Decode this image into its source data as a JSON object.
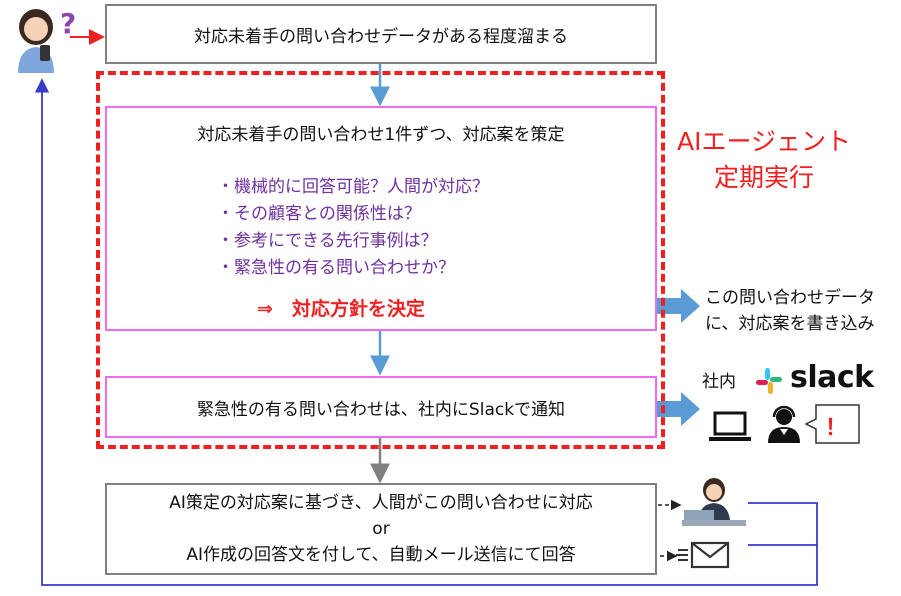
{
  "top_box": {
    "text": "対応未着手の問い合わせデータがある程度溜まる"
  },
  "ai_agent": {
    "line1": "AIエージェント",
    "line2": "定期実行"
  },
  "strategy_box": {
    "title": "対応未着手の問い合わせ1件ずつ、対応案を策定",
    "bullets": [
      "・機械的に回答可能？人間が対応？",
      "・その顧客との関係性は？",
      "・参考にできる先行事例は？",
      "・緊急性の有る問い合わせか？"
    ],
    "decision": "⇒　対応方針を決定"
  },
  "notify_box": {
    "text": "緊急性の有る問い合わせは、社内にSlackで通知"
  },
  "write_note": {
    "line1": "この問い合わせデータ",
    "line2": "に、対応案を書き込み"
  },
  "slack_area": {
    "prefix": "社内",
    "brand": "slack",
    "alert_mark": "！"
  },
  "bottom_box": {
    "line1": "AI策定の対応案に基づき、人間がこの問い合わせに対応",
    "line2": "or",
    "line3": "AI作成の回答文を付して、自動メール送信にて回答"
  },
  "colors": {
    "red": "#f02020",
    "pink": "#f06bf0",
    "gray": "#808080",
    "purple": "#7030a0",
    "blue_arrow": "#5b9bd5",
    "navy_line": "#3a3acb"
  },
  "icons": [
    "customer-question-icon",
    "slack-logo-icon",
    "laptop-icon",
    "headset-person-icon",
    "alert-bubble-icon",
    "office-worker-icon",
    "email-icon"
  ]
}
